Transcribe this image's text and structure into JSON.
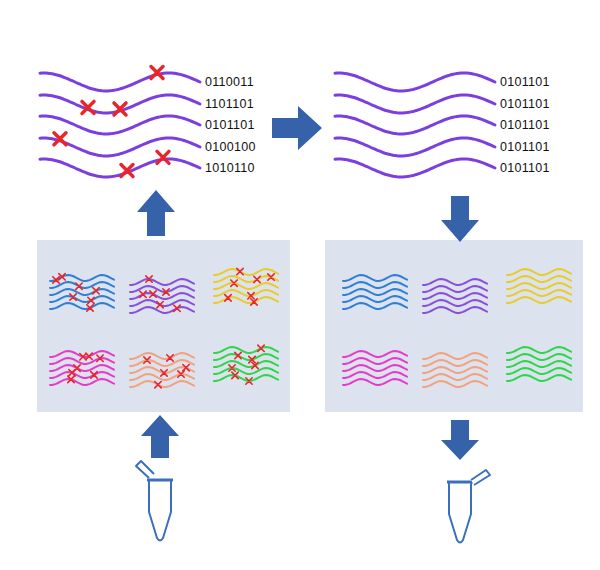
{
  "diagram": {
    "labels": [
      "0110011",
      "1101101",
      "0101101",
      "0100100",
      "1010110",
      "0101101",
      "0101101",
      "0101101",
      "0101101",
      "0101101"
    ]
  }
}
